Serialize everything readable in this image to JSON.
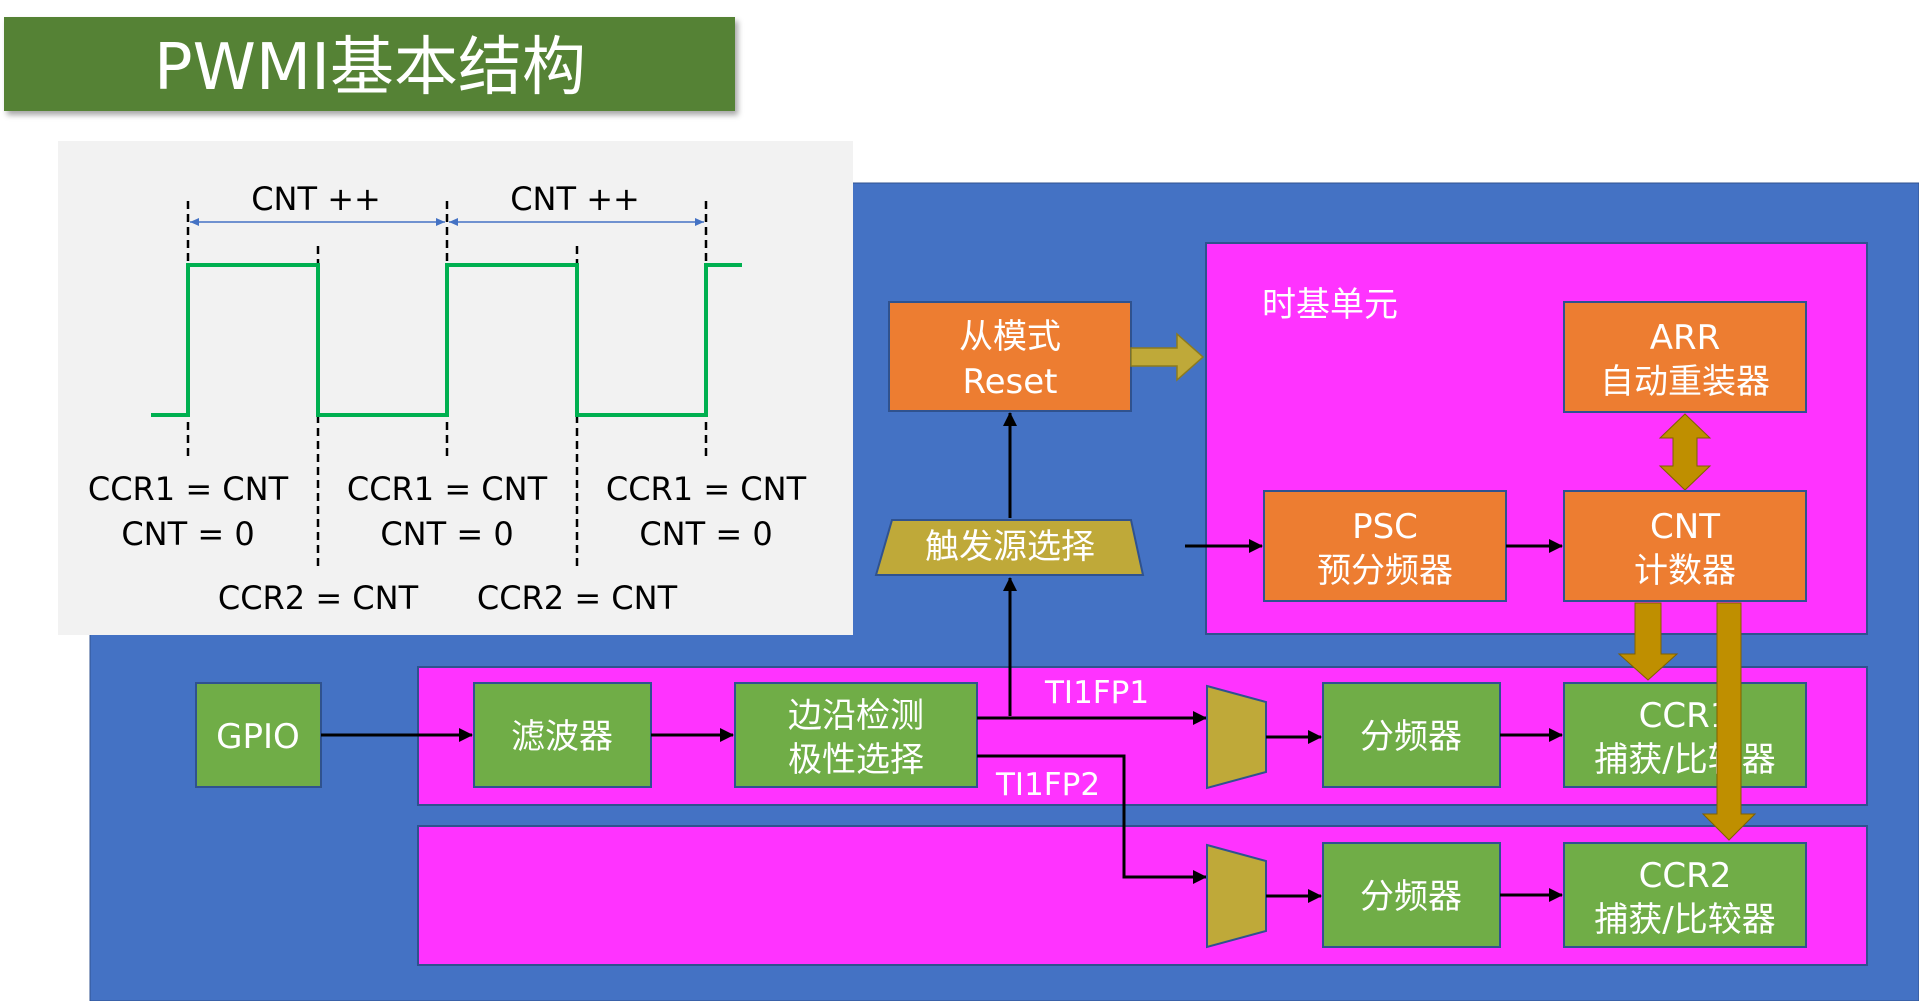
{
  "title": "PWMI基本结构",
  "timing": {
    "cnt_label": "CNT ++",
    "ccr1_line1": "CCR1 = CNT",
    "ccr1_line2": "CNT = 0",
    "ccr2_label": "CCR2 = CNT"
  },
  "blocks": {
    "slave_mode_line1": "从模式",
    "slave_mode_line2": "Reset",
    "time_base_title": "时基单元",
    "arr_line1": "ARR",
    "arr_line2": "自动重装器",
    "psc_line1": "PSC",
    "psc_line2": "预分频器",
    "cnt_line1": "CNT",
    "cnt_line2": "计数器",
    "trigger_select": "触发源选择",
    "gpio": "GPIO",
    "filter": "滤波器",
    "edge_line1": "边沿检测",
    "edge_line2": "极性选择",
    "ti1fp1": "TI1FP1",
    "ti1fp2": "TI1FP2",
    "prescaler": "分频器",
    "ccr1_line1": "CCR1",
    "ccr1_line2": "捕获/比较器",
    "ccr2_line1": "CCR2",
    "ccr2_line2": "捕获/比较器"
  },
  "colors": {
    "title_bg": "#548235",
    "blue_bg": "#4472C4",
    "magenta": "#FF33FF",
    "orange": "#ED7D31",
    "green": "#70AD47",
    "olive": "#BFA939",
    "arrow_gold": "#BF8F00",
    "waveform": "#00B050",
    "panel": "#F2F2F2"
  }
}
